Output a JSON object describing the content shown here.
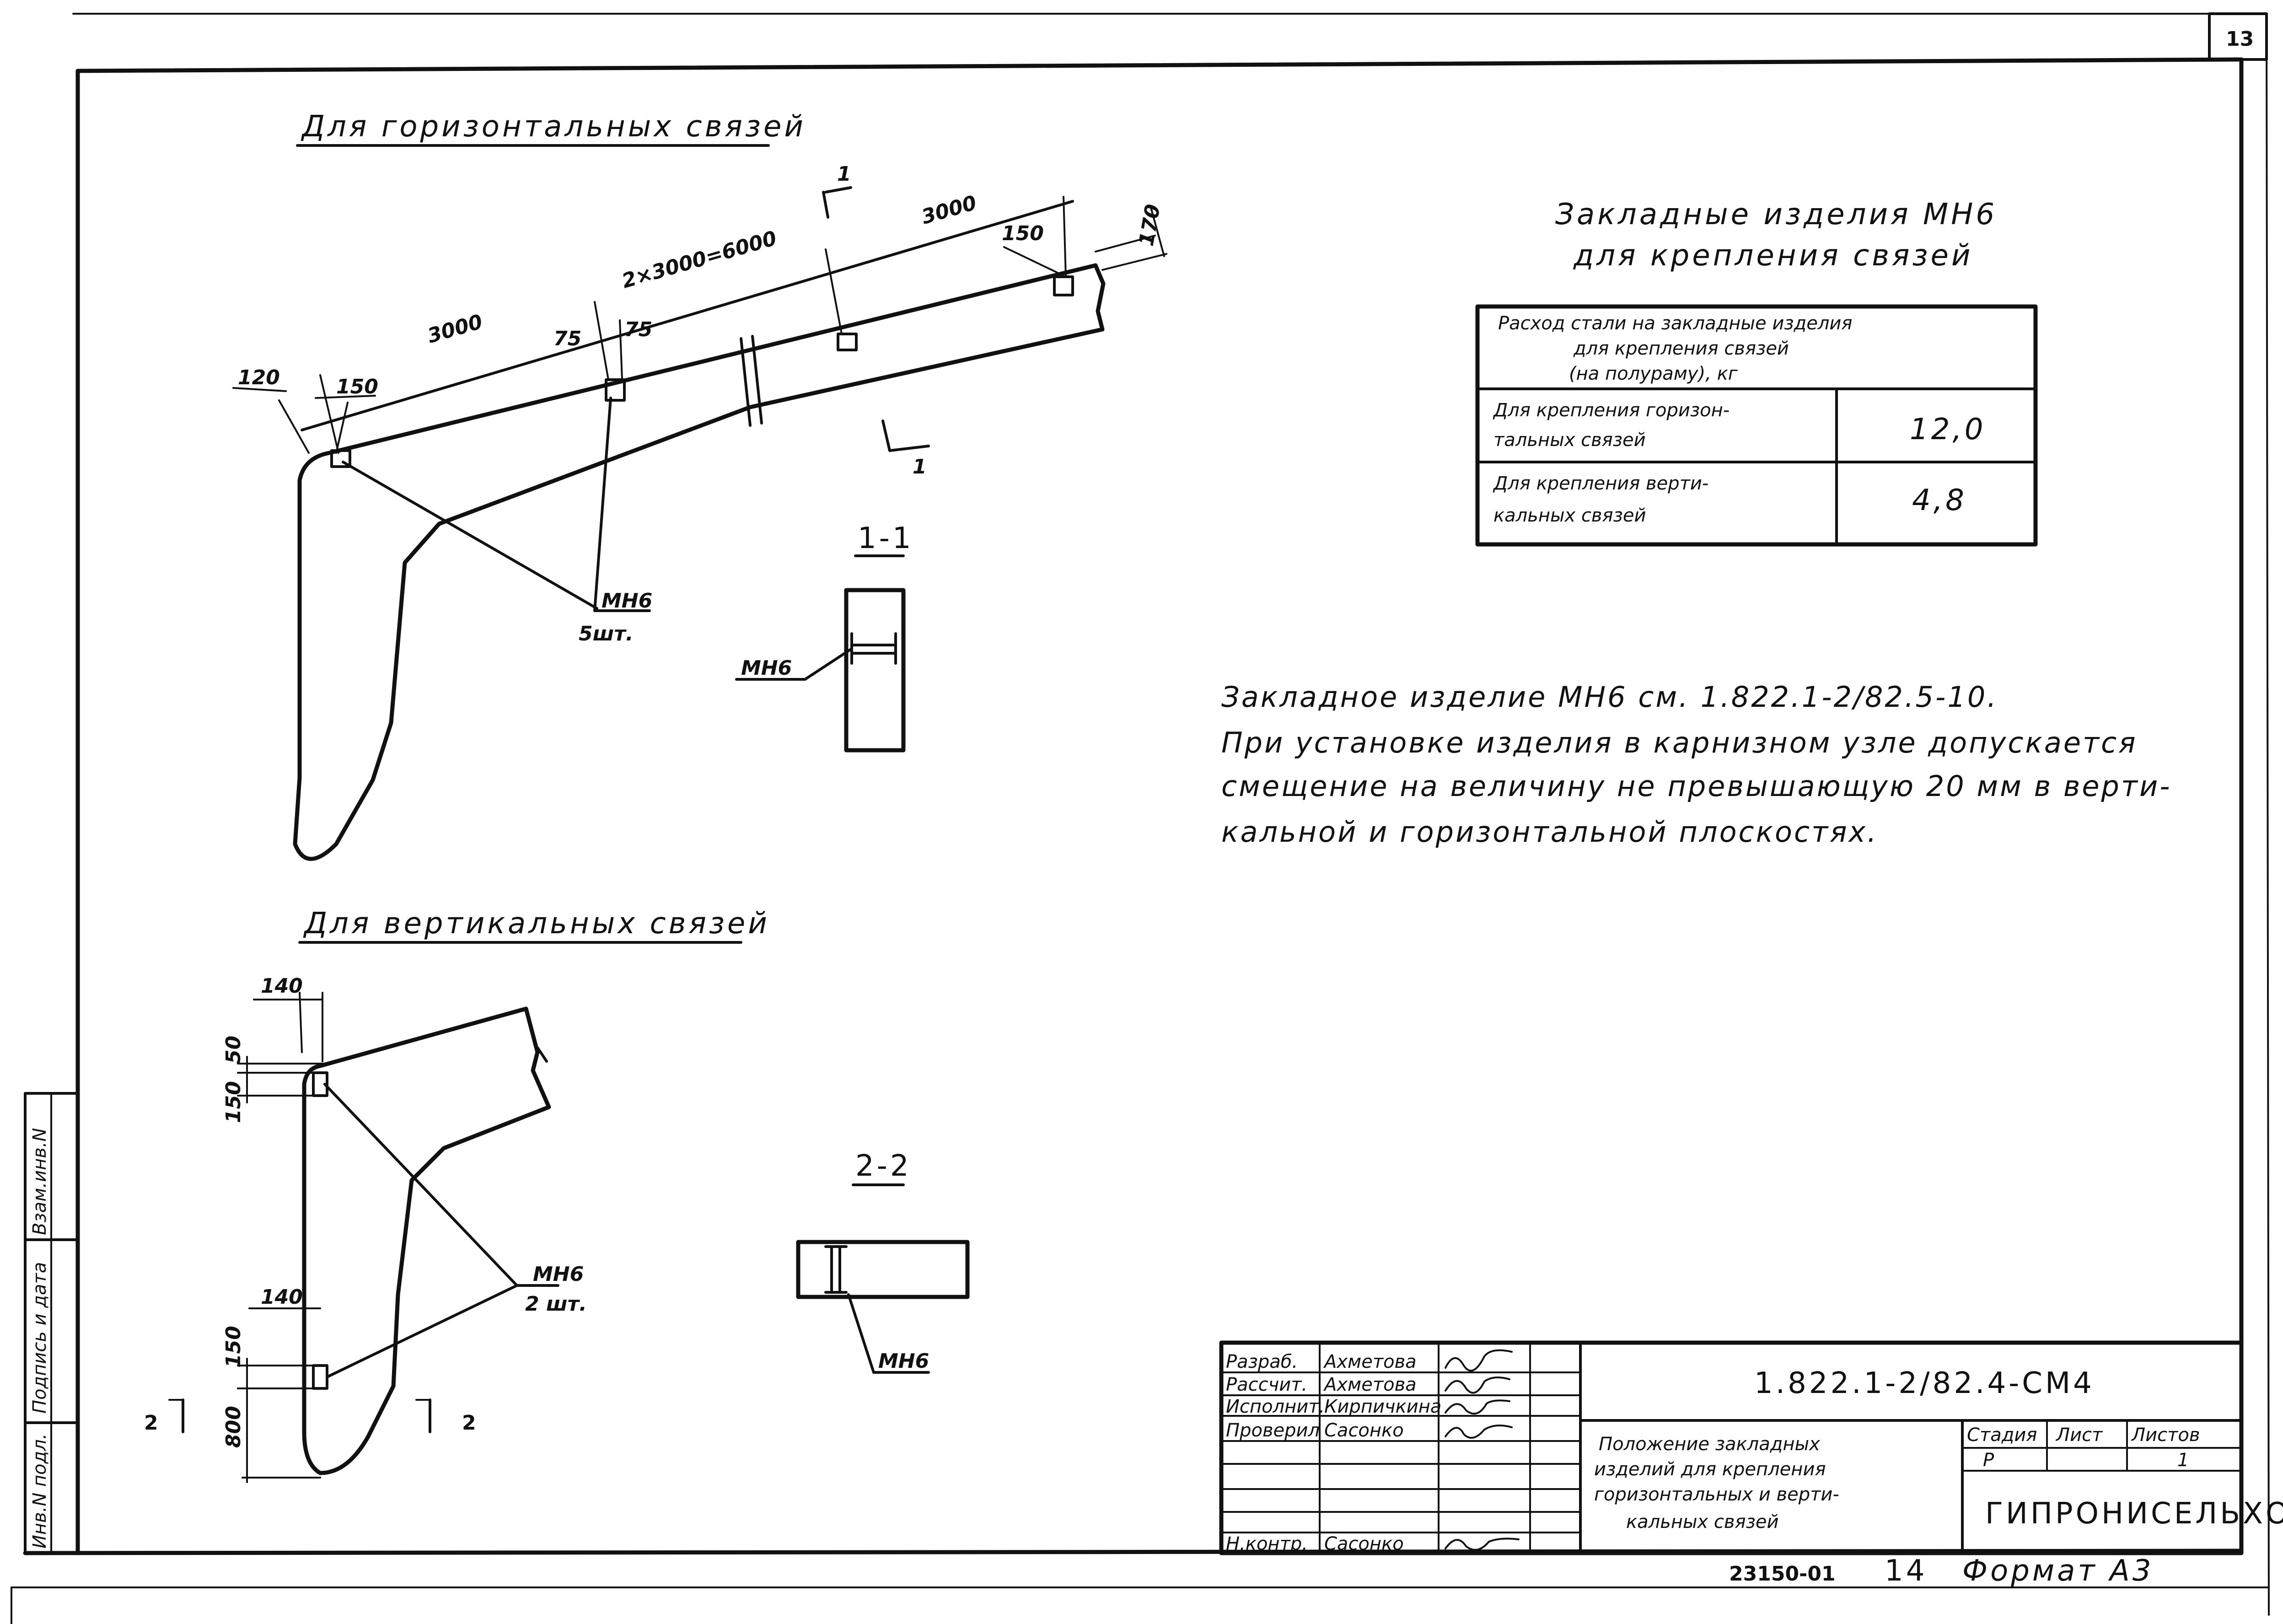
{
  "sheet": {
    "page_number": "13",
    "side_labels": [
      "Инв.N подл.",
      "Подпись и дата",
      "Взам.инв.N"
    ]
  },
  "horizontal": {
    "title": "Для горизонтальных связей",
    "dims": {
      "overall": "2×3000=6000",
      "left_span": "3000",
      "right_span": "3000",
      "d120": "120",
      "d150a": "150",
      "d75a": "75",
      "d75b": "75",
      "d150b": "150",
      "d170": "170"
    },
    "section_mark": "1",
    "callout_label": "МН6",
    "callout_count": "5шт."
  },
  "section_1_1": {
    "title": "1-1",
    "label": "МН6"
  },
  "vertical": {
    "title": "Для вертикальных связей",
    "dims": {
      "d140a": "140",
      "d50": "50",
      "d150a": "150",
      "d140b": "140",
      "d150b": "150",
      "d800": "800"
    },
    "section_mark": "2",
    "callout_label": "МН6",
    "callout_count": "2 шт."
  },
  "section_2_2": {
    "title": "2-2",
    "label": "МН6"
  },
  "heading": {
    "line1": "Закладные изделия МН6",
    "line2": "для крепления связей"
  },
  "table": {
    "header_lines": [
      "Расход стали на закладные изделия",
      "для крепления связей",
      "(на полураму), кг"
    ],
    "rows": [
      {
        "label_lines": [
          "Для крепления горизон-",
          "тальных связей"
        ],
        "value": "12,0"
      },
      {
        "label_lines": [
          "Для крепления верти-",
          "кальных связей"
        ],
        "value": "4,8"
      }
    ]
  },
  "notes": [
    "Закладное изделие МН6 см. 1.822.1-2/82.5-10.",
    "При установке изделия в карнизном узле допускается",
    "смещение на величину не превышающую 20 мм в верти-",
    "кальной и горизонтальной плоскостях."
  ],
  "title_block": {
    "roles": [
      "Разраб.",
      "Рассчит.",
      "Исполнит.",
      "Проверил",
      "",
      "",
      "Н.контр."
    ],
    "names": [
      "Ахметова",
      "Ахметова",
      "Кирпичкина",
      "Сасонко",
      "",
      "",
      "Сасонко"
    ],
    "doc_code": "1.822.1-2/82.4-СМ4",
    "description_lines": [
      "Положение закладных",
      "изделий для крепления",
      "горизонтальных и верти-",
      "кальных связей"
    ],
    "stage_header": "Стадия",
    "sheet_header": "Лист",
    "sheets_header": "Листов",
    "stage": "Р",
    "sheet": "",
    "sheets": "1",
    "organization": "ГИПРОНИСЕЛЬХОЗ"
  },
  "footer": {
    "archive_no": "23150-01",
    "page": "14",
    "format": "Формат А3"
  }
}
